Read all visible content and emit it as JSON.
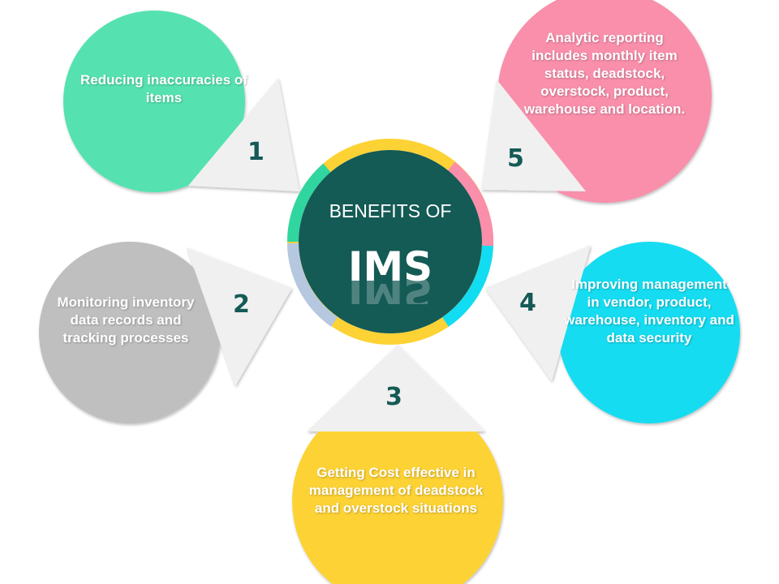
{
  "title": {
    "line1": "BENEFITS OF",
    "line2": "IMS"
  },
  "benefits": [
    {
      "number": "1",
      "text": "Reducing inaccuracies of items",
      "color": "#55e2b0"
    },
    {
      "number": "2",
      "text": "Monitoring inventory data records and tracking processes",
      "color": "#bfbfbf"
    },
    {
      "number": "3",
      "text": "Getting Cost effective in management of deadstock and overstock situations",
      "color": "#fdd234"
    },
    {
      "number": "4",
      "text": "Improving management in vendor, product, warehouse, inventory and data security",
      "color": "#12dcf1"
    },
    {
      "number": "5",
      "text": "Analytic reporting includes monthly item status, deadstock, overstock, product, warehouse and location.",
      "color": "#f98fab"
    }
  ],
  "center_color": "#145a55"
}
